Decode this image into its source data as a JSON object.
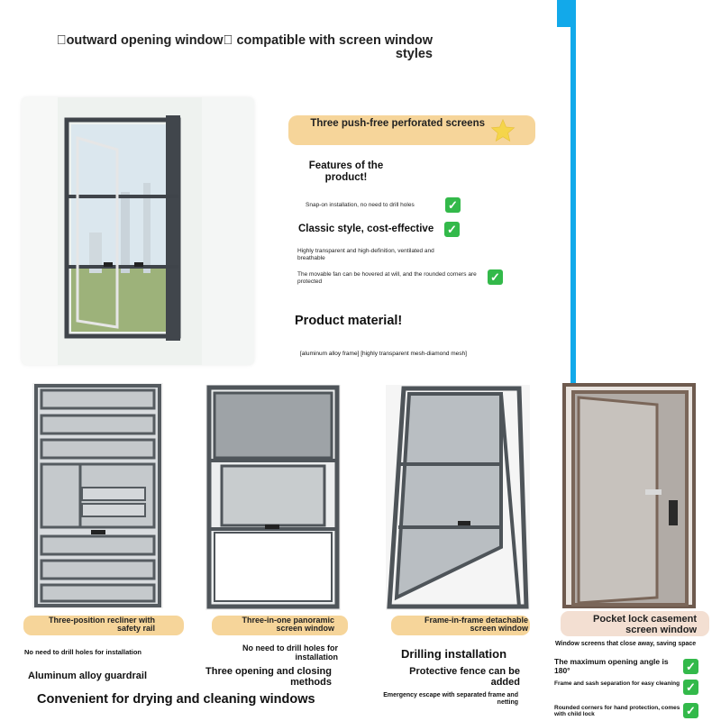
{
  "title": "\u0000outward opening window\u0000 compatible with screen window styles",
  "highlight": "Three push-free perforated screens",
  "features": {
    "heading": "Features of the product!",
    "items": [
      "Snap-on installation, no need to drill holes",
      "Classic style, cost-effective",
      "Highly transparent and high-definition, ventilated and breathable",
      "The movable fan can be hovered at will, and the rounded corners are protected"
    ]
  },
  "material": {
    "heading": "Product material!",
    "text": "[aluminum alloy frame] [highly transparent mesh-diamond mesh]"
  },
  "products": [
    {
      "caption": "Three-position recliner with safety rail",
      "lines": [
        "No need to drill holes for installation",
        "Aluminum alloy guardrail",
        "Convenient for drying and cleaning windows"
      ]
    },
    {
      "caption": "Three-in-one panoramic screen window",
      "lines": [
        "No need to drill holes for installation",
        "Three opening and closing methods"
      ]
    },
    {
      "caption": "Frame-in-frame detachable screen window",
      "lines": [
        "Drilling installation",
        "Protective fence can be added",
        "Emergency escape with separated frame and netting"
      ]
    },
    {
      "caption": "Pocket lock casement screen window",
      "lines": [
        "Window screens that close away, saving space",
        "The maximum opening angle is 180°",
        "Frame and sash separation for easy cleaning",
        "Rounded corners for hand protection, comes with child lock"
      ]
    }
  ],
  "icons": {
    "star": "star-icon",
    "check": "check-icon"
  },
  "colors": {
    "accent_blue": "#12a9ea",
    "pill": "#f6d59a",
    "check_green": "#33b94a",
    "frame_gray": "#555b60"
  }
}
